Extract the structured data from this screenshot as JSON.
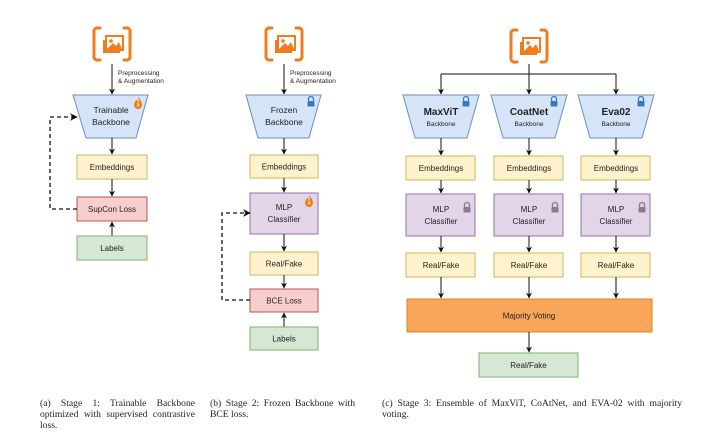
{
  "colors": {
    "orange_icon": "#f07c1e",
    "backbone_fill": "#d6e4f7",
    "backbone_stroke": "#6c8ebf",
    "yellow_fill": "#fff2cc",
    "yellow_stroke": "#d6b656",
    "red_fill": "#f8cecc",
    "red_stroke": "#b85450",
    "green_fill": "#d5e8d4",
    "green_stroke": "#82b366",
    "purple_fill": "#e1d5e7",
    "purple_stroke": "#9673a6",
    "voting_fill": "#f9a65a",
    "voting_stroke": "#d6852e",
    "lock_blue": "#3a78c3",
    "lock_gray": "#8a7a92"
  },
  "stage1": {
    "input_icon": "image-stack-icon",
    "preprocess_line1": "Preprocessing",
    "preprocess_line2": "& Augmentation",
    "backbone_line1": "Trainable",
    "backbone_line2": "Backbone",
    "backbone_badge": "flame-icon",
    "embeddings": "Embeddings",
    "loss": "SupCon Loss",
    "labels": "Labels",
    "caption": "(a) Stage 1: Trainable Backbone optimized with supervised contrastive loss."
  },
  "stage2": {
    "input_icon": "image-stack-icon",
    "preprocess_line1": "Preprocessing",
    "preprocess_line2": "& Augmentation",
    "backbone_line1": "Frozen",
    "backbone_line2": "Backbone",
    "backbone_badge": "lock-icon",
    "embeddings": "Embeddings",
    "classifier_line1": "MLP",
    "classifier_line2": "Classifier",
    "classifier_badge": "flame-icon",
    "output": "Real/Fake",
    "loss": "BCE Loss",
    "labels": "Labels",
    "caption": "(b) Stage 2: Frozen Backbone with BCE loss."
  },
  "stage3": {
    "input_icon": "image-stack-icon",
    "columns": [
      {
        "backbone_name": "MaxViT",
        "backbone_sub": "Backbone",
        "embeddings": "Embeddings",
        "classifier_line1": "MLP",
        "classifier_line2": "Classifier",
        "output": "Real/Fake"
      },
      {
        "backbone_name": "CoatNet",
        "backbone_sub": "Backbone",
        "embeddings": "Embeddings",
        "classifier_line1": "MLP",
        "classifier_line2": "Classifier",
        "output": "Real/Fake"
      },
      {
        "backbone_name": "Eva02",
        "backbone_sub": "Backbone",
        "embeddings": "Embeddings",
        "classifier_line1": "MLP",
        "classifier_line2": "Classifier",
        "output": "Real/Fake"
      }
    ],
    "voting": "Majority Voting",
    "final_output": "Real/Fake",
    "caption": "(c) Stage 3: Ensemble of MaxViT, CoAtNet, and EVA-02 with majority voting."
  }
}
